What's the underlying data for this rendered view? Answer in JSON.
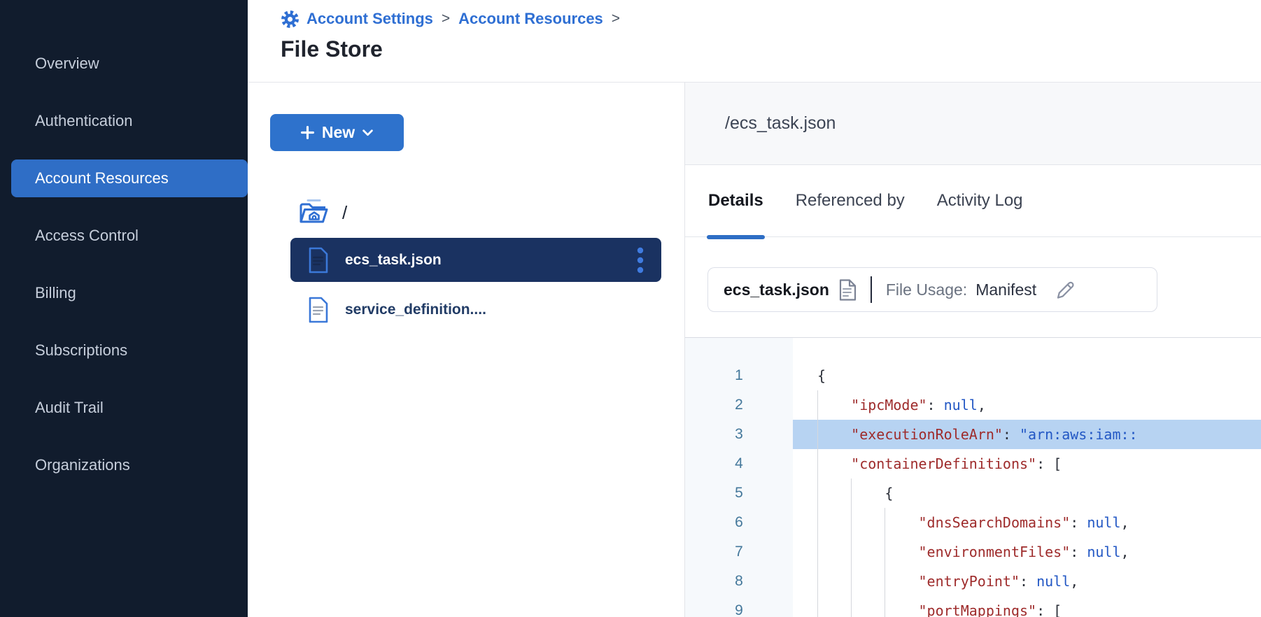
{
  "colors": {
    "accent_blue": "#2e6ec5",
    "sidebar_bg": "#111c2d",
    "sidebar_active_bg": "#2f6ec6",
    "selected_file_row_bg": "#1a3261",
    "new_button_bg": "#2e72cc",
    "breadcrumb_link": "#2f6fd3",
    "code_highlight_bg": "#b7d3f2",
    "code_key_red": "#9e2b2b",
    "code_value_blue": "#2257c4",
    "line_number_blue": "#44789b",
    "gutter_bg": "#f6f9fc",
    "path_header_bg": "#f7f8fa",
    "kebab_dot_blue": "#3f7be0",
    "file_icon_blue": "#3b78d8"
  },
  "icons": {
    "breadcrumb": "gear-icon",
    "new_button": [
      "plus-icon",
      "chevron-down-icon"
    ],
    "folder_root": "home-folder-icon",
    "file_row": "document-icon",
    "file_row_menu": "kebab-menu-icon",
    "info_card": "document-icon",
    "info_card_edit": "pencil-icon"
  },
  "sidebar": {
    "items": [
      {
        "label": "Overview",
        "active": false
      },
      {
        "label": "Authentication",
        "active": false
      },
      {
        "label": "Account Resources",
        "active": true
      },
      {
        "label": "Access Control",
        "active": false
      },
      {
        "label": "Billing",
        "active": false
      },
      {
        "label": "Subscriptions",
        "active": false
      },
      {
        "label": "Audit Trail",
        "active": false
      },
      {
        "label": "Organizations",
        "active": false
      }
    ]
  },
  "breadcrumb": {
    "separator": ">",
    "links": [
      "Account Settings",
      "Account Resources"
    ],
    "trailing_separator": true
  },
  "page": {
    "title": "File Store"
  },
  "file_panel": {
    "new_button_label": "New",
    "root_label": "/",
    "files": [
      {
        "name": "ecs_task.json",
        "selected": true,
        "has_menu": true
      },
      {
        "name": "service_definition....",
        "selected": false,
        "has_menu": false
      }
    ]
  },
  "details_panel": {
    "path": "/ecs_task.json",
    "tabs": [
      {
        "label": "Details",
        "active": true
      },
      {
        "label": "Referenced by",
        "active": false
      },
      {
        "label": "Activity Log",
        "active": false
      }
    ],
    "file_card": {
      "name": "ecs_task.json",
      "usage_label": "File Usage:",
      "usage_value": "Manifest"
    }
  },
  "code_viewer": {
    "start_line": 1,
    "highlighted_line": 3,
    "lines": [
      {
        "no": 1,
        "guides": 0,
        "tokens": [
          [
            "p",
            "{"
          ]
        ]
      },
      {
        "no": 2,
        "guides": 1,
        "tokens": [
          [
            "p",
            "    "
          ],
          [
            "k",
            "\"ipcMode\""
          ],
          [
            "p",
            ": "
          ],
          [
            "v",
            "null"
          ],
          [
            "p",
            ","
          ]
        ]
      },
      {
        "no": 3,
        "guides": 1,
        "tokens": [
          [
            "p",
            "    "
          ],
          [
            "k",
            "\"executionRoleArn\""
          ],
          [
            "p",
            ": "
          ],
          [
            "v",
            "\"arn:aws:iam::"
          ]
        ]
      },
      {
        "no": 4,
        "guides": 1,
        "tokens": [
          [
            "p",
            "    "
          ],
          [
            "k",
            "\"containerDefinitions\""
          ],
          [
            "p",
            ": ["
          ]
        ]
      },
      {
        "no": 5,
        "guides": 2,
        "tokens": [
          [
            "p",
            "        {"
          ]
        ]
      },
      {
        "no": 6,
        "guides": 3,
        "tokens": [
          [
            "p",
            "            "
          ],
          [
            "k",
            "\"dnsSearchDomains\""
          ],
          [
            "p",
            ": "
          ],
          [
            "v",
            "null"
          ],
          [
            "p",
            ","
          ]
        ]
      },
      {
        "no": 7,
        "guides": 3,
        "tokens": [
          [
            "p",
            "            "
          ],
          [
            "k",
            "\"environmentFiles\""
          ],
          [
            "p",
            ": "
          ],
          [
            "v",
            "null"
          ],
          [
            "p",
            ","
          ]
        ]
      },
      {
        "no": 8,
        "guides": 3,
        "tokens": [
          [
            "p",
            "            "
          ],
          [
            "k",
            "\"entryPoint\""
          ],
          [
            "p",
            ": "
          ],
          [
            "v",
            "null"
          ],
          [
            "p",
            ","
          ]
        ]
      },
      {
        "no": 9,
        "guides": 3,
        "tokens": [
          [
            "p",
            "            "
          ],
          [
            "k",
            "\"portMappings\""
          ],
          [
            "p",
            ": ["
          ]
        ]
      }
    ]
  }
}
